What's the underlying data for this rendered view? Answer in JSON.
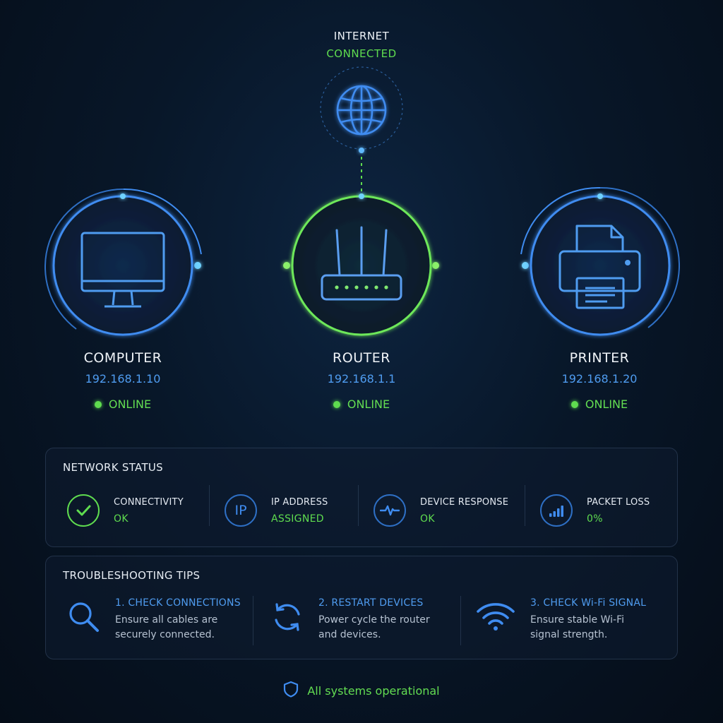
{
  "internet": {
    "title": "INTERNET",
    "status": "CONNECTED"
  },
  "devices": [
    {
      "name": "COMPUTER",
      "ip": "192.168.1.10",
      "status": "ONLINE",
      "icon": "monitor-icon"
    },
    {
      "name": "ROUTER",
      "ip": "192.168.1.1",
      "status": "ONLINE",
      "icon": "router-icon"
    },
    {
      "name": "PRINTER",
      "ip": "192.168.1.20",
      "status": "ONLINE",
      "icon": "printer-icon"
    }
  ],
  "network_status": {
    "title": "NETWORK STATUS",
    "items": [
      {
        "label": "CONNECTIVITY",
        "value": "OK",
        "icon": "checkmark-icon",
        "color": "#5fdc4f"
      },
      {
        "label": "IP ADDRESS",
        "value": "ASSIGNED",
        "icon": "ip-icon",
        "icon_text": "IP",
        "color": "#5fdc4f"
      },
      {
        "label": "DEVICE RESPONSE",
        "value": "OK",
        "icon": "pulse-icon",
        "color": "#5fdc4f"
      },
      {
        "label": "PACKET LOSS",
        "value": "0%",
        "icon": "signal-bars-icon",
        "color": "#5fdc4f"
      }
    ]
  },
  "troubleshooting": {
    "title": "TROUBLESHOOTING TIPS",
    "tips": [
      {
        "title": "1. CHECK CONNECTIONS",
        "line1": "Ensure all cables are",
        "line2": "securely connected.",
        "icon": "search-icon"
      },
      {
        "title": "2. RESTART DEVICES",
        "line1": "Power cycle the router",
        "line2": "and devices.",
        "icon": "refresh-icon"
      },
      {
        "title": "3. CHECK Wi-Fi SIGNAL",
        "line1": "Ensure stable Wi-Fi",
        "line2": "signal strength.",
        "icon": "wifi-icon"
      }
    ]
  },
  "footer": {
    "text": "All systems operational",
    "icon": "shield-icon"
  },
  "colors": {
    "accent_blue": "#3f8cf0",
    "accent_green": "#5fdc4f",
    "background": "#081729"
  }
}
